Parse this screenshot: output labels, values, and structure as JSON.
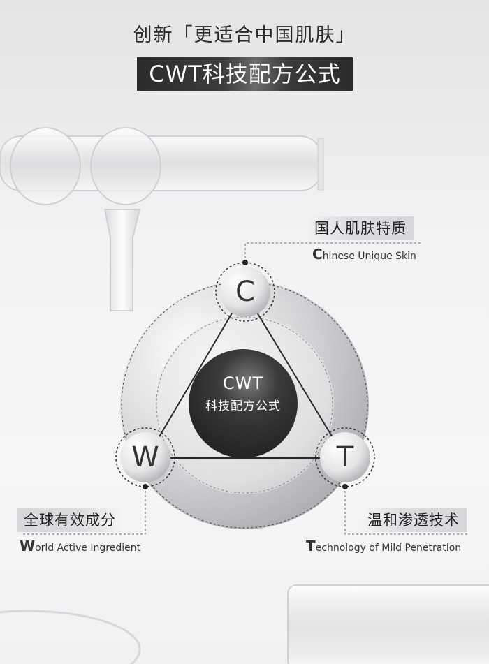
{
  "header": {
    "subtitle": "创新「更适合中国肌肤」",
    "title": "CWT科技配方公式"
  },
  "center": {
    "line1": "CWT",
    "line2": "科技配方公式"
  },
  "nodes": {
    "c": {
      "letter": "C",
      "cn": "国人肌肤特质",
      "en_cap": "C",
      "en_rest": "hinese Unique Skin"
    },
    "w": {
      "letter": "W",
      "cn": "全球有效成分",
      "en_cap": "W",
      "en_rest": "orld Active Ingredient"
    },
    "t": {
      "letter": "T",
      "cn": "温和渗透技术",
      "en_cap": "T",
      "en_rest": "echnology of Mild Penetration"
    }
  }
}
